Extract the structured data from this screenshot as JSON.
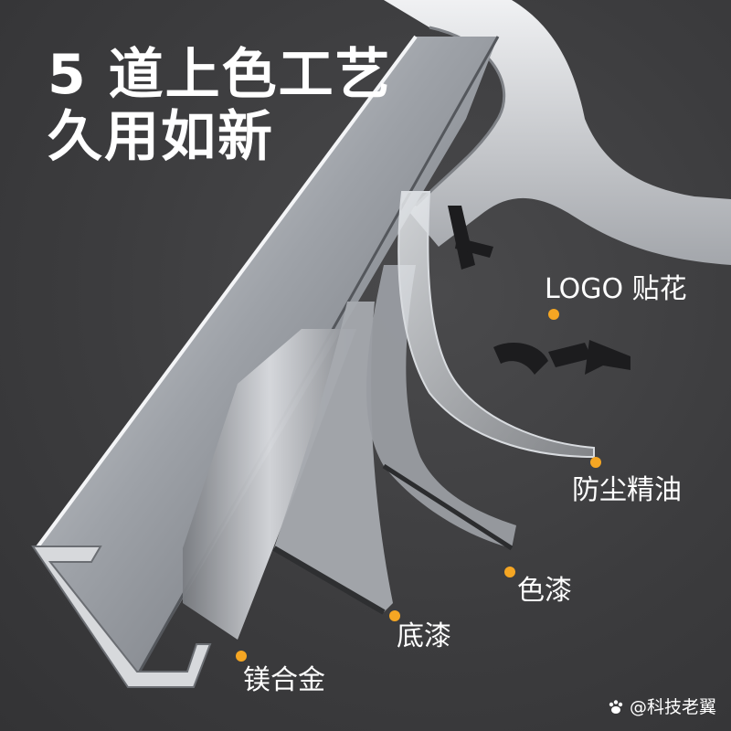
{
  "headline": {
    "line1": "5 道上色工艺",
    "line2": "久用如新"
  },
  "callouts": [
    {
      "id": "logo-decal",
      "label": "LOGO 贴花"
    },
    {
      "id": "dust-oil",
      "label": "防尘精油"
    },
    {
      "id": "color-paint",
      "label": "色漆"
    },
    {
      "id": "primer",
      "label": "底漆"
    },
    {
      "id": "alloy",
      "label": "镁合金"
    }
  ],
  "watermark": {
    "text": "@科技老翼",
    "icon": "paw-icon"
  },
  "colors": {
    "background": "#3f3f41",
    "text": "#ffffff",
    "marker": "#f5a623",
    "metal": "#b8bcc2",
    "logo_black": "#1c1c1e"
  }
}
